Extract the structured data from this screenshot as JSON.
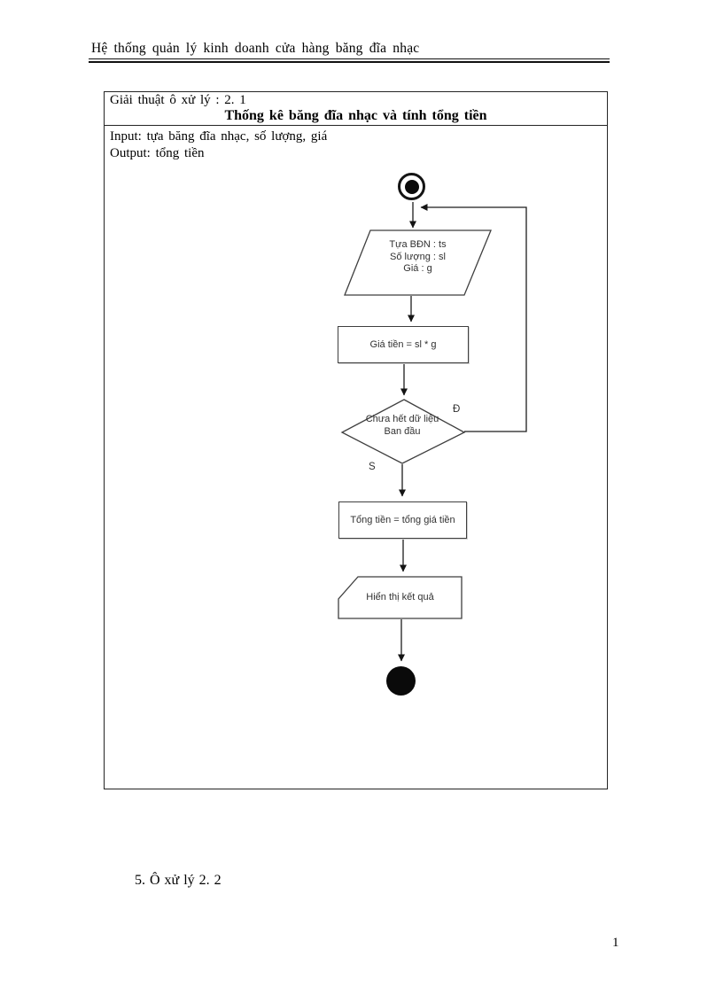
{
  "page": {
    "header_title": "Hệ thống quản lý kinh doanh cửa hàng băng đĩa nhạc",
    "section_note": "5. Ô xử lý 2. 2",
    "page_number": "1"
  },
  "algorithm_box": {
    "label": "Giải thuật ô xử lý : 2. 1",
    "title": "Thống kê băng đĩa nhạc và tính tổng tiền",
    "input_line": "Input: tựa băng đĩa nhạc, số lượng, giá",
    "output_line": "Output: tổng tiền"
  },
  "flowchart": {
    "input_shape": {
      "line1": "Tựa BĐN : ts",
      "line2": "Số lượng : sl",
      "line3": "Giá : g"
    },
    "process1_label": "Giá tiền = sl * g",
    "decision": {
      "line1": "Chưa hết dữ liệu",
      "line2": "Ban đầu",
      "yes_label": "Đ",
      "no_label": "S"
    },
    "process2_label": "Tổng tiền = tổng giá tiền",
    "display_label": "Hiển thị kết quả"
  },
  "colors": {
    "ink": "#000000",
    "shape_stroke": "#3f3f3f",
    "shape_text": "#313131"
  }
}
